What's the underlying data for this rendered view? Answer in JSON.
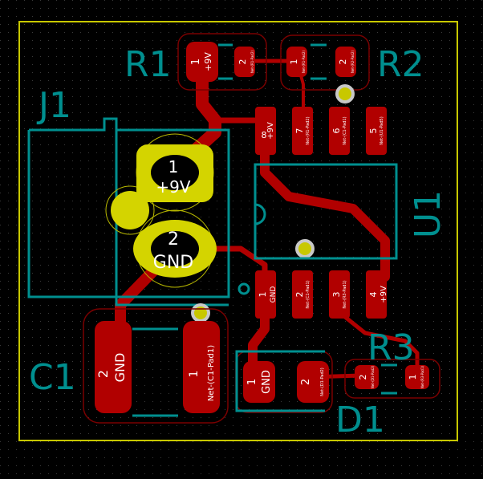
{
  "colors": {
    "background": "#000000",
    "board_outline": "#c8c800",
    "copper": "#b10000",
    "silkscreen": "#008f8f",
    "through_hole": "#c8c800",
    "pad_clearance": "#7a0000",
    "text": "#ffffff"
  },
  "refs": {
    "r1": "R1",
    "r2": "R2",
    "j1": "J1",
    "u1": "U1",
    "c1": "C1",
    "r3": "R3",
    "d1": "D1"
  },
  "j1_pads": {
    "p1_num": "1",
    "p1_net": "+9V",
    "p2_num": "2",
    "p2_net": "GND"
  },
  "r1_pads": {
    "p1_num": "1",
    "p1_net": "+9V",
    "p2_num": "2",
    "p2_net": "Net-(R1-Pad2)"
  },
  "r2_pads": {
    "p1_num": "1",
    "p1_net": "Net-(R1-Pad2)",
    "p2_num": "2",
    "p2_net": "Net-(R2-Pad2)"
  },
  "u1_pads": {
    "p1_num": "1",
    "p1_net": "GND",
    "p2_num": "2",
    "p2_net": "Net-(C1-Pad1)",
    "p3_num": "3",
    "p3_net": "Net-(R3-Pad1)",
    "p4_num": "4",
    "p4_net": "+9V",
    "p5_num": "5",
    "p5_net": "Net-(U1-Pad5)",
    "p6_num": "6",
    "p6_net": "Net-(C1-Pad1)",
    "p7_num": "7",
    "p7_net": "Net-(R1-Pad2)",
    "p8_num": "8",
    "p8_net": "+9V"
  },
  "c1_pads": {
    "p1_num": "1",
    "p1_net": "Net-(C1-Pad1)",
    "p2_num": "2",
    "p2_net": "GND"
  },
  "d1_pads": {
    "p1_num": "1",
    "p1_net": "GND",
    "p2_num": "2",
    "p2_net": "Net-(D1-Pad2)"
  },
  "r3_pads": {
    "p1_num": "1",
    "p1_net": "Net-(R3-Pad1)",
    "p2_num": "2",
    "p2_net": "Net-(D1-Pad2)"
  }
}
